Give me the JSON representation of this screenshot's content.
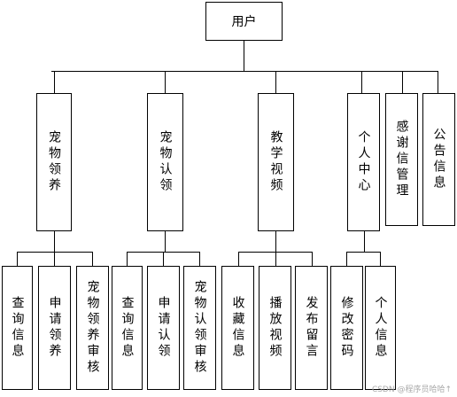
{
  "diagram": {
    "root": "用户",
    "modules": [
      {
        "label": "宠物领养",
        "children": [
          "查询信息",
          "申请领养",
          "宠物领养审核"
        ]
      },
      {
        "label": "宠物认领",
        "children": [
          "查询信息",
          "申请认领",
          "宠物认领审核"
        ]
      },
      {
        "label": "教学视频",
        "children": [
          "收藏信息",
          "播放视频",
          "发布留言"
        ]
      },
      {
        "label": "个人中心",
        "children": [
          "修改密码",
          "个人信息"
        ]
      },
      {
        "label": "感谢信管理",
        "children": []
      },
      {
        "label": "公告信息",
        "children": []
      }
    ]
  },
  "watermark": "CSDN @程序员哈哈↑"
}
